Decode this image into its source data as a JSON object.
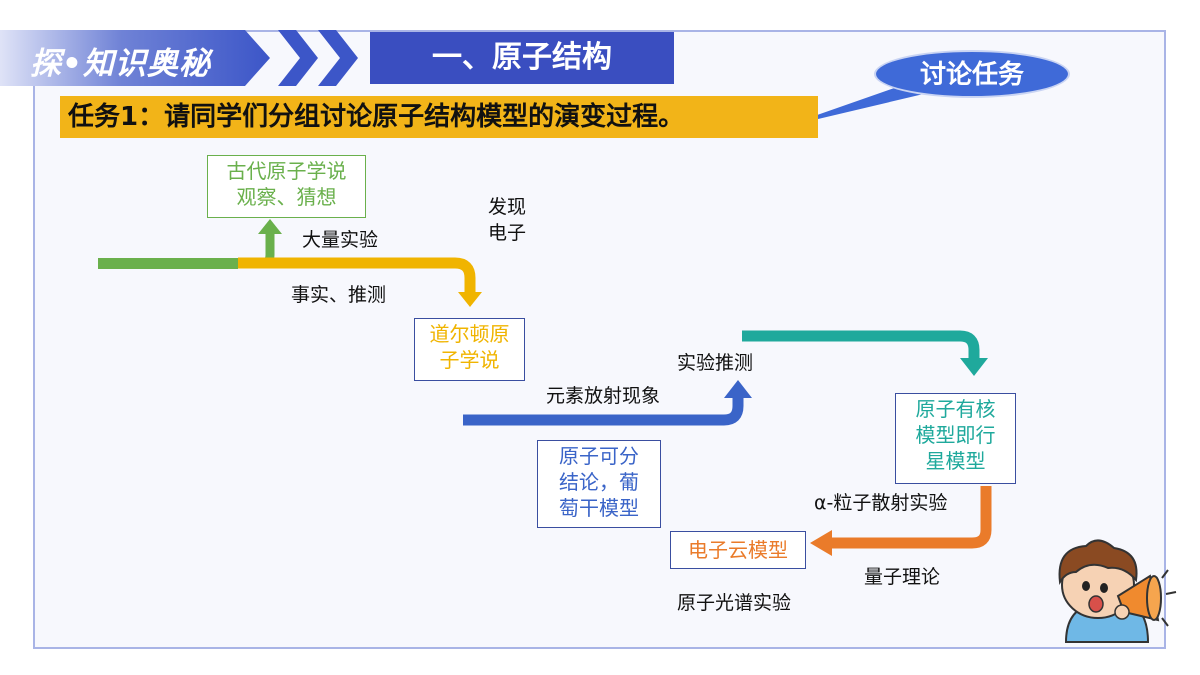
{
  "header": {
    "section_tag": "探•知识奥秘",
    "section_title": "一、原子结构",
    "callout": "讨论任务"
  },
  "task": {
    "text": "任务1：请同学们分组讨论原子结构模型的演变过程。"
  },
  "models": [
    {
      "line1": "古代原子学说",
      "line2": "观察、猜想",
      "color": "#6ab04c"
    },
    {
      "line1": "道尔顿原",
      "line2": "子学说",
      "color": "#f0b400"
    },
    {
      "line1": "原子可分",
      "line2": "结论，葡",
      "line3": "萄干模型",
      "color": "#3a64c8"
    },
    {
      "line1": "原子有核",
      "line2": "模型即行",
      "line3": "星模型",
      "color": "#1fa99c"
    },
    {
      "line1": "电子云模型",
      "color": "#ea7b2a"
    }
  ],
  "labels": {
    "experiments": "大量实验",
    "facts": "事实、推测",
    "discover_electron_1": "发现",
    "discover_electron_2": "电子",
    "experiment_inference": "实验推测",
    "radioactivity": "元素放射现象",
    "alpha_scattering": "α-粒子散射实验",
    "quantum_theory": "量子理论",
    "spectrum_experiment": "原子光谱实验"
  },
  "colors": {
    "green": "#6ab04c",
    "yellow": "#f0b400",
    "blue": "#3a64c8",
    "teal": "#1fa99c",
    "orange": "#ea7b2a"
  }
}
